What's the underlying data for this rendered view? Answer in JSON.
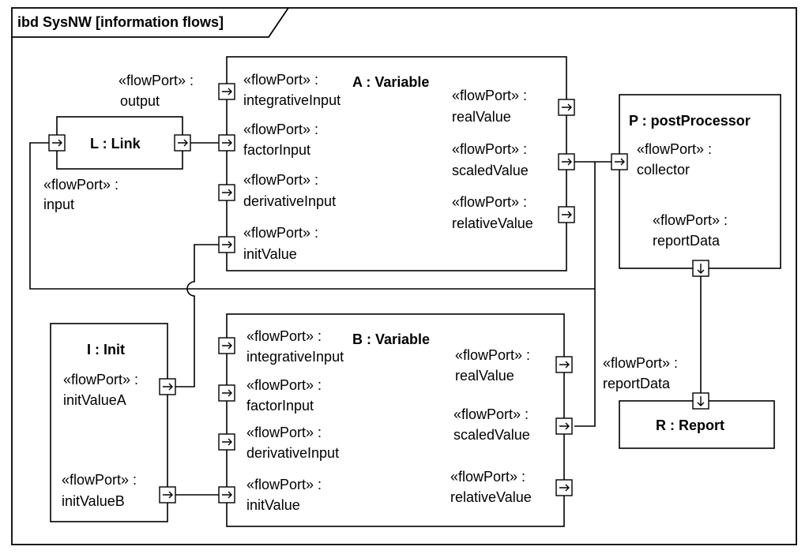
{
  "frame": {
    "title": "ibd SysNW [information flows]"
  },
  "stereotype": "«flowPort» :",
  "blocks": {
    "A": {
      "title": "A : Variable",
      "ports": {
        "integrative": "integrativeInput",
        "factor": "factorInput",
        "derivative": "derivativeInput",
        "init": "initValue",
        "real": "realValue",
        "scaled": "scaledValue",
        "relative": "relativeValue"
      }
    },
    "B": {
      "title": "B : Variable",
      "ports": {
        "integrative": "integrativeInput",
        "factor": "factorInput",
        "derivative": "derivativeInput",
        "init": "initValue",
        "real": "realValue",
        "scaled": "scaledValue",
        "relative": "relativeValue"
      }
    },
    "L": {
      "title": "L : Link",
      "ports": {
        "output": "output",
        "input": "input"
      }
    },
    "P": {
      "title": "P : postProcessor",
      "ports": {
        "collector": "collector",
        "report": "reportData"
      }
    },
    "I": {
      "title": "I : Init",
      "ports": {
        "a": "initValueA",
        "b": "initValueB"
      }
    },
    "R": {
      "title": "R : Report",
      "ports": {
        "report": "reportData"
      }
    }
  }
}
